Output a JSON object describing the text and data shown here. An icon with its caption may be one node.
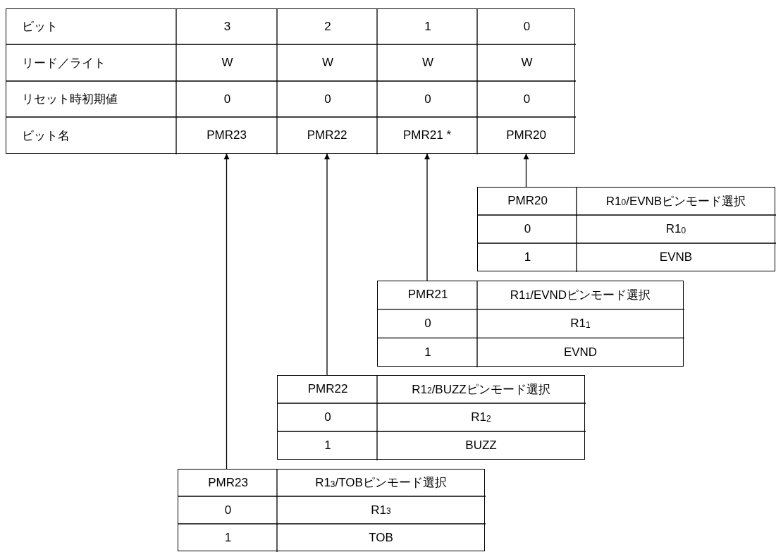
{
  "diagram": {
    "nodes": [
      {
        "text": [
          "ビット",
          "3",
          "2",
          "1",
          "0",
          "リード／ライト",
          "W",
          "W",
          "W",
          "W",
          "リセット時初期値",
          "0",
          "0",
          "0",
          "0",
          "ビット名"
        ]
      },
      {
        "text": [
          "PMR23"
        ],
        "in": 0
      },
      {
        "text": [
          "PMR22"
        ],
        "in": 0
      },
      {
        "text": [
          "PMR21 *"
        ],
        "in": 0
      },
      {
        "text": [
          "PMR20"
        ],
        "in": 0
      },
      {
        "text": [
          "PMR20",
          "R1$_{0}$/EVNBピンモード選択",
          "0",
          "R1$_{0}$",
          "1",
          "EVNB"
        ]
      },
      {
        "text": [
          "PMR21",
          "R1$_{1}$/EVNDピンモード選択",
          "0",
          "R1$_{1}$",
          "1",
          "EVND"
        ]
      },
      {
        "text": [
          "PMR22",
          "R1$_{2}$/BUZZピンモード選択",
          "0",
          "R1$_{2}$",
          "1",
          "BUZZ"
        ]
      },
      {
        "text": [
          "PMR23",
          "R1$_{3}$/TOBピンモード選択",
          "0",
          "R1$_{3}$",
          "1",
          "TOB"
        ]
      }
    ],
    "edges": [
      {
        "from": 8,
        "to": 1,
        "arrow": "to"
      },
      {
        "from": 7,
        "to": 2,
        "arrow": "to"
      },
      {
        "from": 6,
        "to": 3,
        "arrow": "to"
      },
      {
        "from": 5,
        "to": 4,
        "arrow": "to"
      }
    ]
  }
}
